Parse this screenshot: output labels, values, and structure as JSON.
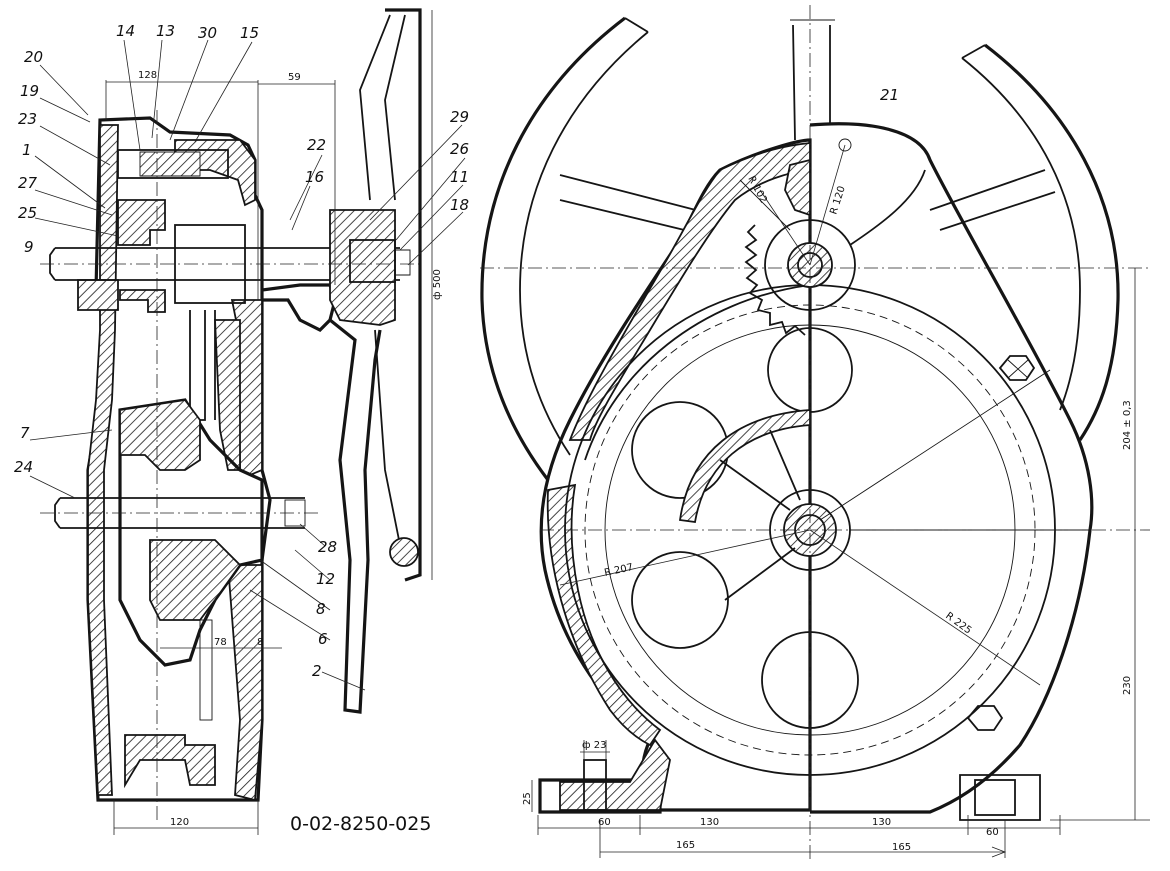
{
  "drawing_code": "0-02-8250-025",
  "part_labels": [
    "20",
    "19",
    "23",
    "1",
    "27",
    "25",
    "9",
    "14",
    "13",
    "30",
    "15",
    "22",
    "16",
    "29",
    "26",
    "11",
    "18",
    "7",
    "24",
    "28",
    "12",
    "8",
    "6",
    "2",
    "21"
  ],
  "dimensions": {
    "d128": "128",
    "d59": "59",
    "d78": "78",
    "d8": "8",
    "d120": "120",
    "d500": "ф 500",
    "r102": "R 102",
    "r120": "R 120",
    "r207": "R 207",
    "r225": "R 225",
    "d204": "204 ± 0,3",
    "d230": "230",
    "d23": "ф 23",
    "d25": "25",
    "d60a": "60",
    "d130a": "130",
    "d130b": "130",
    "d60b": "60",
    "d165a": "165",
    "d165b": "165"
  },
  "colors": {
    "ink": "#151515",
    "paper": "#ffffff"
  }
}
